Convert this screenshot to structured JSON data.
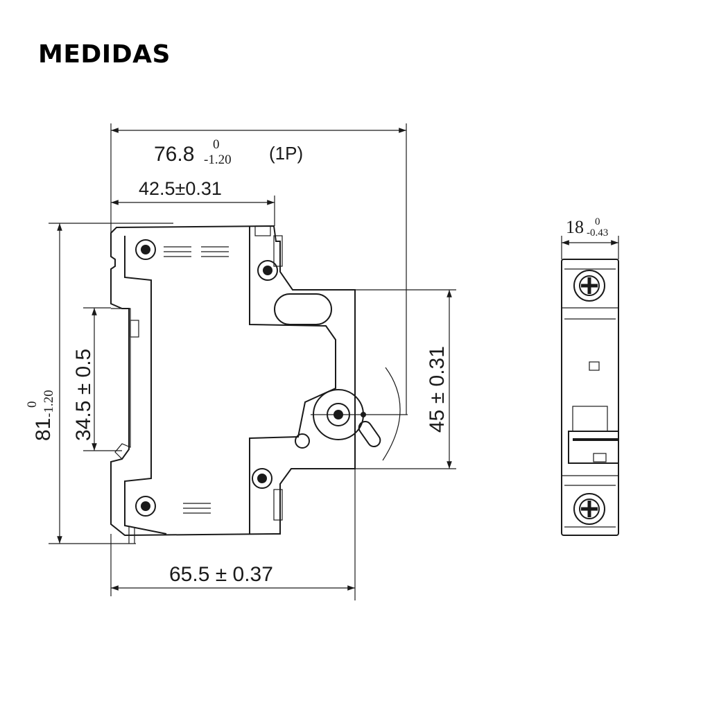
{
  "title": "MEDIDAS",
  "dimensions": {
    "overall_depth": {
      "main": "76.8",
      "tol_upper": "0",
      "tol_lower": "-1.20"
    },
    "poles": "(1P)",
    "upper_depth": "42.5±0.31",
    "height": {
      "main": "81",
      "tol_upper": "0",
      "tol_lower": "-1.20"
    },
    "rail_height": "34.5 ± 0.5",
    "front_height": "45 ± 0.31",
    "base_depth": "65.5 ± 0.37",
    "width": {
      "main": "18",
      "tol_upper": "0",
      "tol_lower": "-0.43"
    }
  }
}
